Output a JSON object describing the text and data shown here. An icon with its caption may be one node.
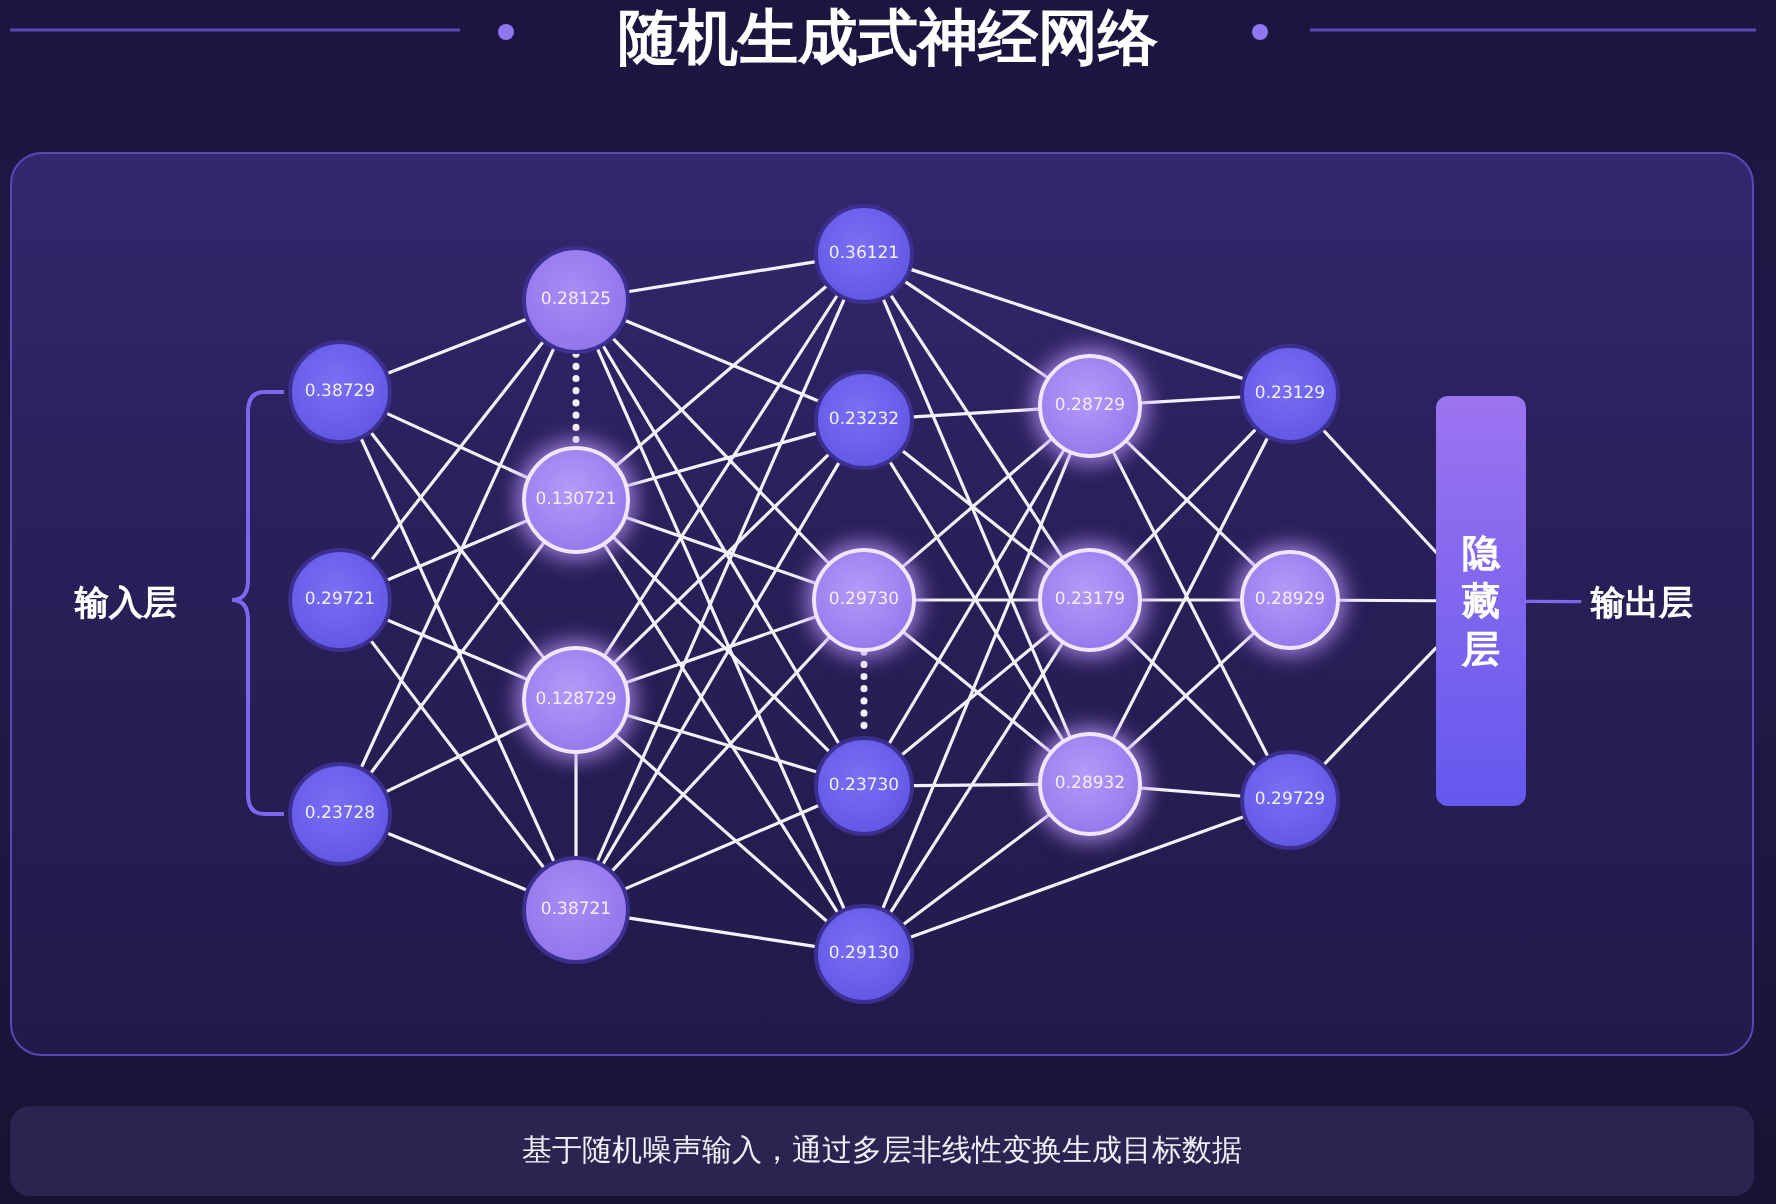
{
  "diagram": {
    "title": "随机生成式神经网络",
    "caption": "基于随机噪声输入，通过多层非线性变换生成目标数据",
    "nodes": [
      {
        "text": [
          "0.38729"
        ]
      },
      {
        "text": [
          "0.29721"
        ]
      },
      {
        "text": [
          "0.23728"
        ]
      },
      {
        "text": [
          "0.28125"
        ]
      },
      {
        "text": [
          "0.130721"
        ]
      },
      {
        "text": [
          "0.128729"
        ]
      },
      {
        "text": [
          "0.38721"
        ]
      },
      {
        "text": [
          "0.36121"
        ]
      },
      {
        "text": [
          "0.23232"
        ]
      },
      {
        "text": [
          "0.29730"
        ]
      },
      {
        "text": [
          "0.23730"
        ]
      },
      {
        "text": [
          "0.29130"
        ]
      },
      {
        "text": [
          "0.28729"
        ]
      },
      {
        "text": [
          "0.23179"
        ]
      },
      {
        "text": [
          "0.28932"
        ]
      },
      {
        "text": [
          "0.23129"
        ]
      },
      {
        "text": [
          "0.28929"
        ]
      },
      {
        "text": [
          "0.29729"
        ]
      },
      {
        "text": [
          "隐藏层"
        ]
      },
      {
        "text": [
          "输出层"
        ]
      }
    ],
    "edges": [
      {
        "from": 0,
        "to": 3,
        "arrow": "none"
      },
      {
        "from": 0,
        "to": 4,
        "arrow": "none"
      },
      {
        "from": 0,
        "to": 5,
        "arrow": "none"
      },
      {
        "from": 0,
        "to": 6,
        "arrow": "none"
      },
      {
        "from": 1,
        "to": 3,
        "arrow": "none"
      },
      {
        "from": 1,
        "to": 4,
        "arrow": "none"
      },
      {
        "from": 1,
        "to": 5,
        "arrow": "none"
      },
      {
        "from": 1,
        "to": 6,
        "arrow": "none"
      },
      {
        "from": 2,
        "to": 3,
        "arrow": "none"
      },
      {
        "from": 2,
        "to": 4,
        "arrow": "none"
      },
      {
        "from": 2,
        "to": 5,
        "arrow": "none"
      },
      {
        "from": 2,
        "to": 6,
        "arrow": "none"
      },
      {
        "from": 3,
        "to": 7,
        "arrow": "none"
      },
      {
        "from": 3,
        "to": 8,
        "arrow": "none"
      },
      {
        "from": 3,
        "to": 9,
        "arrow": "none"
      },
      {
        "from": 3,
        "to": 10,
        "arrow": "none"
      },
      {
        "from": 3,
        "to": 11,
        "arrow": "none"
      },
      {
        "from": 4,
        "to": 7,
        "arrow": "none"
      },
      {
        "from": 4,
        "to": 8,
        "arrow": "none"
      },
      {
        "from": 4,
        "to": 9,
        "arrow": "none"
      },
      {
        "from": 4,
        "to": 10,
        "arrow": "none"
      },
      {
        "from": 4,
        "to": 11,
        "arrow": "none"
      },
      {
        "from": 5,
        "to": 7,
        "arrow": "none"
      },
      {
        "from": 5,
        "to": 8,
        "arrow": "none"
      },
      {
        "from": 5,
        "to": 9,
        "arrow": "none"
      },
      {
        "from": 5,
        "to": 10,
        "arrow": "none"
      },
      {
        "from": 5,
        "to": 11,
        "arrow": "none"
      },
      {
        "from": 6,
        "to": 7,
        "arrow": "none"
      },
      {
        "from": 6,
        "to": 8,
        "arrow": "none"
      },
      {
        "from": 6,
        "to": 9,
        "arrow": "none"
      },
      {
        "from": 6,
        "to": 10,
        "arrow": "none"
      },
      {
        "from": 6,
        "to": 11,
        "arrow": "none"
      },
      {
        "from": 7,
        "to": 12,
        "arrow": "none"
      },
      {
        "from": 7,
        "to": 13,
        "arrow": "none"
      },
      {
        "from": 7,
        "to": 14,
        "arrow": "none"
      },
      {
        "from": 8,
        "to": 12,
        "arrow": "none"
      },
      {
        "from": 8,
        "to": 13,
        "arrow": "none"
      },
      {
        "from": 8,
        "to": 14,
        "arrow": "none"
      },
      {
        "from": 9,
        "to": 12,
        "arrow": "none"
      },
      {
        "from": 9,
        "to": 13,
        "arrow": "none"
      },
      {
        "from": 9,
        "to": 14,
        "arrow": "none"
      },
      {
        "from": 10,
        "to": 12,
        "arrow": "none"
      },
      {
        "from": 10,
        "to": 13,
        "arrow": "none"
      },
      {
        "from": 10,
        "to": 14,
        "arrow": "none"
      },
      {
        "from": 11,
        "to": 12,
        "arrow": "none"
      },
      {
        "from": 11,
        "to": 13,
        "arrow": "none"
      },
      {
        "from": 11,
        "to": 14,
        "arrow": "none"
      },
      {
        "from": 7,
        "to": 15,
        "arrow": "none"
      },
      {
        "from": 11,
        "to": 17,
        "arrow": "none"
      },
      {
        "from": 12,
        "to": 15,
        "arrow": "none"
      },
      {
        "from": 12,
        "to": 16,
        "arrow": "none"
      },
      {
        "from": 12,
        "to": 17,
        "arrow": "none"
      },
      {
        "from": 13,
        "to": 15,
        "arrow": "none"
      },
      {
        "from": 13,
        "to": 16,
        "arrow": "none"
      },
      {
        "from": 13,
        "to": 17,
        "arrow": "none"
      },
      {
        "from": 14,
        "to": 15,
        "arrow": "none"
      },
      {
        "from": 14,
        "to": 16,
        "arrow": "none"
      },
      {
        "from": 14,
        "to": 17,
        "arrow": "none"
      },
      {
        "from": 15,
        "to": 18,
        "arrow": "none"
      },
      {
        "from": 16,
        "to": 18,
        "arrow": "none"
      },
      {
        "from": 17,
        "to": 18,
        "arrow": "none"
      },
      {
        "from": 3,
        "to": 4,
        "arrow": "none",
        "style": "dashed"
      },
      {
        "from": 5,
        "to": 6,
        "arrow": "none"
      },
      {
        "from": 9,
        "to": 10,
        "arrow": "none",
        "style": "dashed"
      },
      {
        "from": 18,
        "to": 19,
        "arrow": "none",
        "color": "#7b68ee"
      }
    ],
    "labels": [
      "输入层"
    ]
  }
}
